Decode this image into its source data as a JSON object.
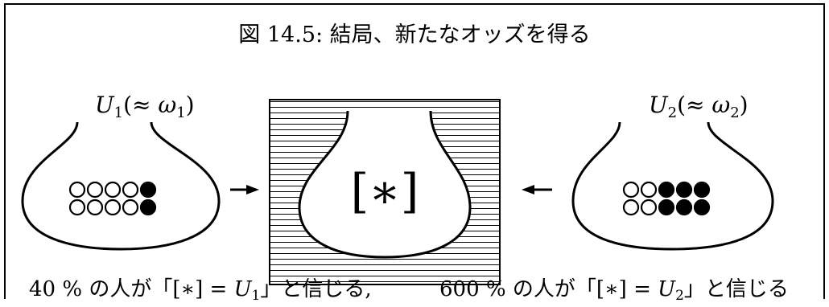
{
  "figure": {
    "caption": "図 14.5: 結局、新たなオッズを得る"
  },
  "urns": {
    "left": {
      "label_var": "U",
      "label_sub": "1",
      "label_paren_open": "(≈ ",
      "label_greek": "ω",
      "label_greek_sub": "1",
      "label_paren_close": ")",
      "white_balls": 8,
      "black_balls": 2
    },
    "center": {
      "label": "[∗]",
      "hatched": true
    },
    "right": {
      "label_var": "U",
      "label_sub": "2",
      "label_paren_open": "(≈ ",
      "label_greek": "ω",
      "label_greek_sub": "2",
      "label_paren_close": ")",
      "white_balls": 4,
      "black_balls": 6
    }
  },
  "statements": {
    "left": {
      "prefix": "40 % の人が「[∗] = ",
      "var": "U",
      "sub": "1",
      "suffix": "」と信じる,"
    },
    "right": {
      "prefix": "600 % の人が「[∗] = ",
      "var": "U",
      "sub": "2",
      "suffix": "」と信じる"
    }
  }
}
